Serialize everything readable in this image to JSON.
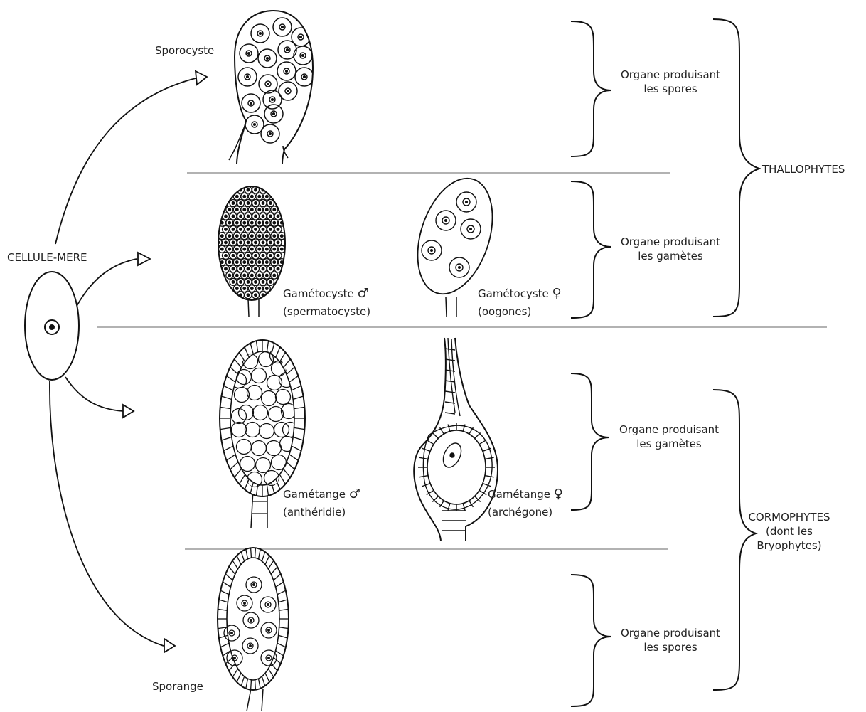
{
  "mother_cell": "CELLULE-MERE",
  "organs": {
    "sporocyste": "Sporocyste",
    "gametocyste_male": {
      "name": "Gamétocyste",
      "symbol": "♂",
      "detail": "(spermatocyste)"
    },
    "gametocyste_female": {
      "name": "Gamétocyste",
      "symbol": "♀",
      "detail": "(oogones)"
    },
    "gametange_male": {
      "name": "Gamétange",
      "symbol": "♂",
      "detail": "(anthéridie)"
    },
    "gametange_female": {
      "name": "Gamétange",
      "symbol": "♀",
      "detail": "(archégone)"
    },
    "sporange": "Sporange"
  },
  "roles": {
    "spores_1": {
      "line1": "Organe produisant",
      "line2": "les spores"
    },
    "gametes_1": {
      "line1": "Organe produisant",
      "line2": "les gamètes"
    },
    "gametes_2": {
      "line1": "Organe produisant",
      "line2": "les gamètes"
    },
    "spores_2": {
      "line1": "Organe produisant",
      "line2": "les spores"
    }
  },
  "groups": {
    "thallophytes": "THALLOPHYTES",
    "cormophytes": {
      "line1": "CORMOPHYTES",
      "line2": "(dont les",
      "line3": "Bryophytes)"
    }
  }
}
